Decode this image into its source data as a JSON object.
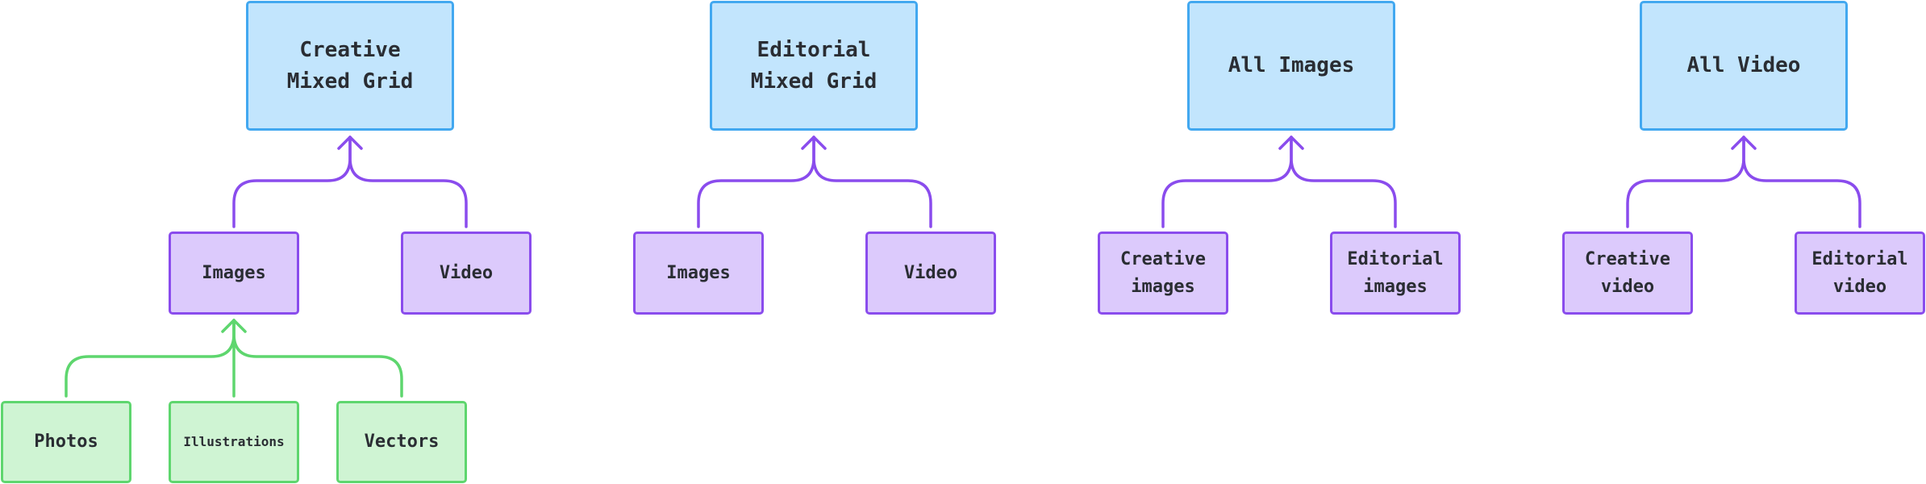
{
  "colors": {
    "top_fill": "#c2e5fd",
    "top_border": "#42a8f0",
    "mid_fill": "#dccafc",
    "mid_border": "#8a4ced",
    "leaf_fill": "#cff4d3",
    "leaf_border": "#5ed66e"
  },
  "trees": [
    {
      "root": "Creative\nMixed Grid",
      "children": [
        {
          "label": "Images",
          "children": [
            "Photos",
            "Illustrations",
            "Vectors"
          ]
        },
        {
          "label": "Video"
        }
      ]
    },
    {
      "root": "Editorial\nMixed Grid",
      "children": [
        {
          "label": "Images"
        },
        {
          "label": "Video"
        }
      ]
    },
    {
      "root": "All Images",
      "children": [
        {
          "label": "Creative\nimages"
        },
        {
          "label": "Editorial\nimages"
        }
      ]
    },
    {
      "root": "All Video",
      "children": [
        {
          "label": "Creative\nvideo"
        },
        {
          "label": "Editorial\nvideo"
        }
      ]
    }
  ]
}
